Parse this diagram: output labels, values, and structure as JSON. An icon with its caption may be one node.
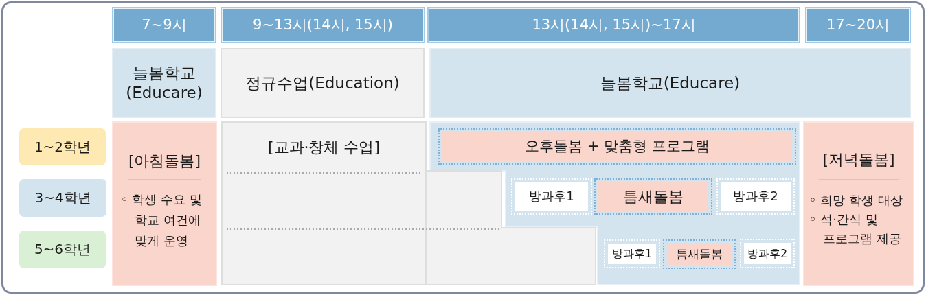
{
  "diagram": {
    "nodes": [
      {
        "text": [
          "7~9시"
        ]
      },
      {
        "text": [
          "9~13시(14시, 15시)"
        ]
      },
      {
        "text": [
          "13시(14시, 15시)~17시"
        ]
      },
      {
        "text": [
          "17~20시"
        ]
      },
      {
        "text": [
          "늘봄학교 (Educare)"
        ]
      },
      {
        "text": [
          "정규수업(Education)"
        ]
      },
      {
        "text": [
          "늘봄학교(Educare)"
        ]
      },
      {
        "text": [
          "1~2학년"
        ]
      },
      {
        "text": [
          "3~4학년"
        ]
      },
      {
        "text": [
          "5~6학년"
        ]
      },
      {
        "text": [
          "[아침돌봄]",
          "◦ 학생 수요 및 학교 여건에 맞게 운영"
        ]
      },
      {
        "text": [
          "[교과·창체 수업]"
        ]
      },
      {
        "text": [
          "오후돌봄 + 맞춤형 프로그램"
        ]
      },
      {
        "text": [
          "방과후1"
        ]
      },
      {
        "text": [
          "틈새돌봄"
        ]
      },
      {
        "text": [
          "방과후2"
        ]
      },
      {
        "text": [
          "방과후1"
        ]
      },
      {
        "text": [
          "틈새돌봄"
        ]
      },
      {
        "text": [
          "방과후2"
        ]
      },
      {
        "text": [
          "[저녁돌봄]",
          "◦ 희망 학생 대상",
          "◦ 석·간식 및 프로그램 제공"
        ]
      }
    ]
  }
}
